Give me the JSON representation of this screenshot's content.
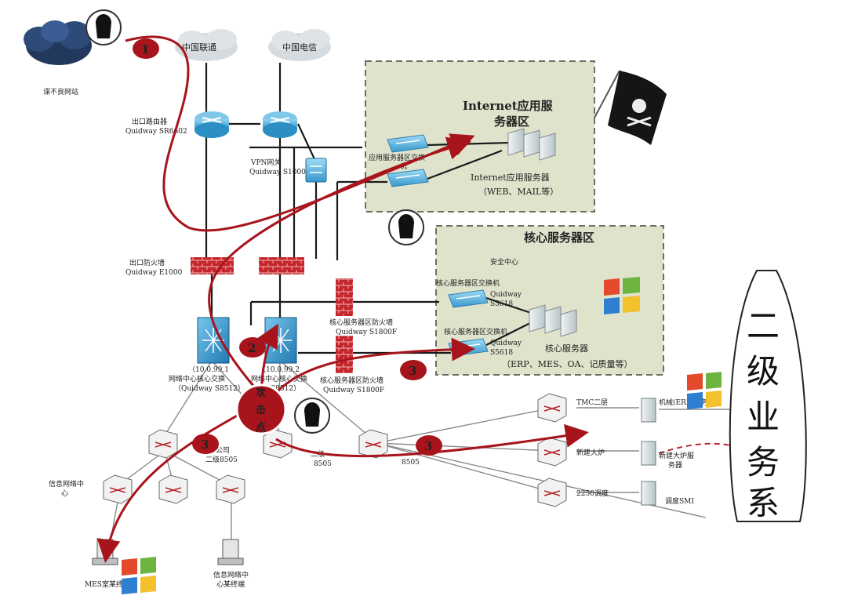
{
  "isps": [
    "中国联通",
    "中国电信"
  ],
  "unsafe_net": "谍不良网站",
  "border_router": {
    "name": "出口路由器",
    "model": "Quidway SR6602"
  },
  "vpn_gateway": {
    "name": "VPN网关",
    "model": "Quidway S1000"
  },
  "border_firewall": {
    "name": "出口防火墙",
    "model": "Quidway E1000"
  },
  "internet_zone": {
    "title_l1": "Internet应用服",
    "title_l2": "务器区",
    "switch_label": "应用服务器区交换",
    "switch_label_2": "机",
    "server_label": "Internet应用服务器",
    "server_sub": "（WEB、MAIL等）"
  },
  "core_zone": {
    "title": "核心服务器区",
    "security_center": "安全中心",
    "switch_a": {
      "name": "核心服务器区交换机",
      "model": "Quidway",
      "model2": "S5618"
    },
    "switch_b": {
      "name": "核心服务器区交换机",
      "model": "Quidway",
      "model2": "S5618"
    },
    "server_label": "核心服务器",
    "server_sub": "（ERP、MES、OA、记质量等）"
  },
  "core_firewall_a": {
    "name": "核心服务器区防火墙",
    "model": "Quidway S1800F"
  },
  "core_firewall_b": {
    "name": "核心服务器区防火墙",
    "model": "Quidway S1800F"
  },
  "core_switch_a": {
    "ip": "（10.0.99.1",
    "name": "网络中心核心交换",
    "model": "（Quidway S8512）"
  },
  "core_switch_b": {
    "ip": "（10.0.99.2",
    "name": "网络中心核心交换",
    "model": "S8512）"
  },
  "attack_point": [
    "攻",
    "击",
    "点"
  ],
  "markers": [
    "1",
    "2",
    "3",
    "3",
    "3"
  ],
  "access": {
    "branch_switch": "公司",
    "branch_switch_2": "二级8505",
    "mid_switch": "二级",
    "mid_switch_2": "8505",
    "right_switch": "8505",
    "info_center": "信息网络中",
    "info_center_2": "心",
    "mes_terminal": "MES室某终端",
    "info_terminal": "信息网络中",
    "info_terminal_2": "心某终端"
  },
  "secondary": {
    "rows": [
      {
        "switch": "TMC二层",
        "server": "机械(ERP)服务器"
      },
      {
        "switch": "新建大炉",
        "server": "新建大炉服",
        "server_2": "务器"
      },
      {
        "switch": "2250调度",
        "server": "调度SMI"
      }
    ],
    "side_title": [
      "二",
      "级",
      "业",
      "务",
      "系"
    ]
  }
}
